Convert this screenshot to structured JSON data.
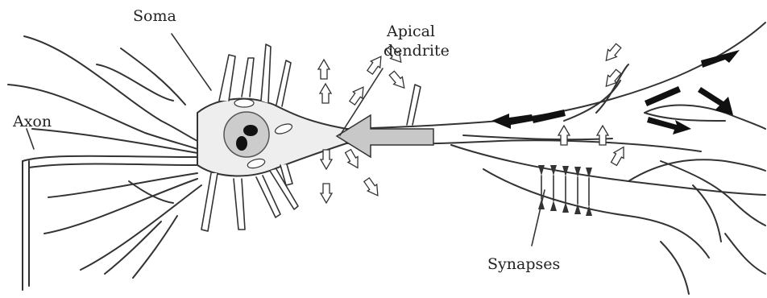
{
  "labels": {
    "soma": "Soma",
    "apical_line1": "Apical",
    "apical_line2": "dendrite",
    "axon": "Axon",
    "synapses": "Synapses"
  },
  "colors": {
    "outline": "#333333",
    "soma_fill": "#eeeeee",
    "nucleus_fill": "#cccccc",
    "nucleolus_fill": "#111111",
    "big_arrow_fill": "#c8c8c8",
    "black_arrow_fill": "#111111"
  }
}
